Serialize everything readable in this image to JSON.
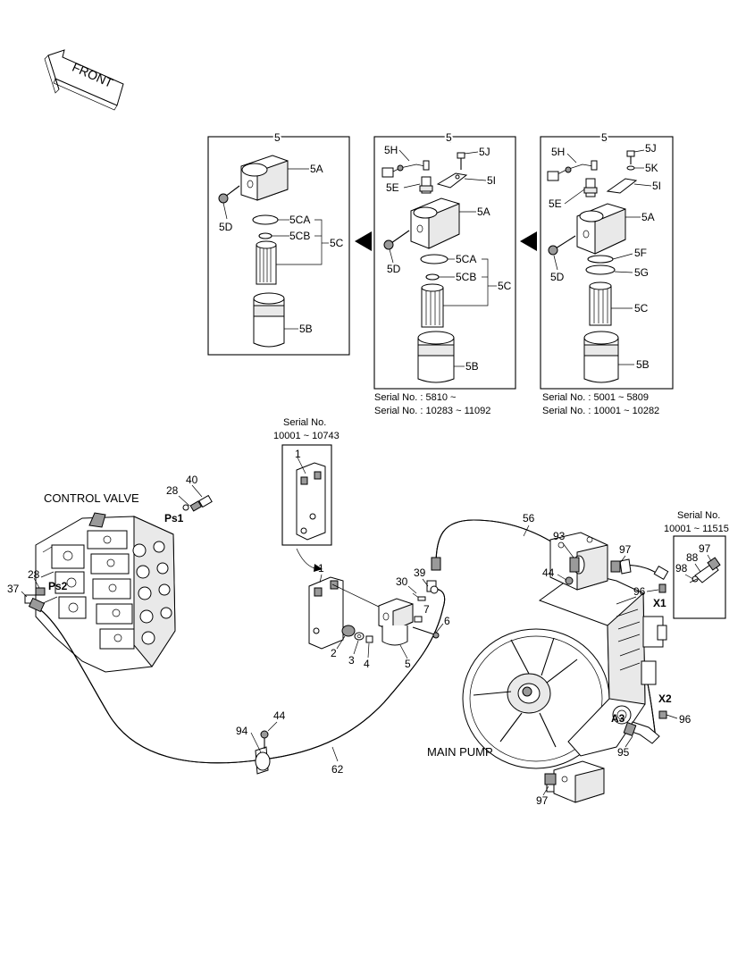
{
  "front_arrow": {
    "label": "FRONT"
  },
  "panels": [
    {
      "number": "5",
      "labels": {
        "a": "5A",
        "d": "5D",
        "ca": "5CA",
        "cb": "5CB",
        "c": "5C",
        "b": "5B"
      }
    },
    {
      "number": "5",
      "labels": {
        "h": "5H",
        "j": "5J",
        "e": "5E",
        "i": "5I",
        "a": "5A",
        "d": "5D",
        "ca": "5CA",
        "cb": "5CB",
        "c": "5C",
        "b": "5B"
      },
      "serial_lines": [
        "Serial No. : 5810 ~",
        "Serial No. : 10283 ~ 11092"
      ]
    },
    {
      "number": "5",
      "labels": {
        "h": "5H",
        "j": "5J",
        "k": "5K",
        "e": "5E",
        "i": "5I",
        "a": "5A",
        "d": "5D",
        "f": "5F",
        "g": "5G",
        "c": "5C",
        "b": "5B"
      },
      "serial_lines": [
        "Serial No. : 5001 ~ 5809",
        "Serial No. : 10001 ~ 10282"
      ]
    }
  ],
  "bracket_inset": {
    "serial_title": "Serial No.",
    "serial_range": "10001 ~ 10743",
    "label": "1"
  },
  "valve_inset": {
    "serial_title": "Serial No.",
    "serial_range": "10001 ~ 11515",
    "labels": {
      "p97": "97",
      "p88": "88",
      "p98": "98"
    }
  },
  "captions": {
    "control_valve": "CONTROL VALVE",
    "main_pump": "MAIN PUMP"
  },
  "ports": {
    "ps1": "Ps1",
    "ps2": "Ps2",
    "x1": "X1",
    "x2": "X2",
    "a3": "A3"
  },
  "callouts": {
    "c28a": "28",
    "c40": "40",
    "c28b": "28",
    "c37": "37",
    "c1": "1",
    "c30": "30",
    "c39": "39",
    "c7": "7",
    "c6": "6",
    "c2": "2",
    "c3": "3",
    "c4": "4",
    "c5": "5",
    "c56": "56",
    "c93": "93",
    "c97a": "97",
    "c44a": "44",
    "c96a": "96",
    "c96b": "96",
    "c95": "95",
    "c97b": "97",
    "c94": "94",
    "c44b": "44",
    "c62": "62"
  }
}
